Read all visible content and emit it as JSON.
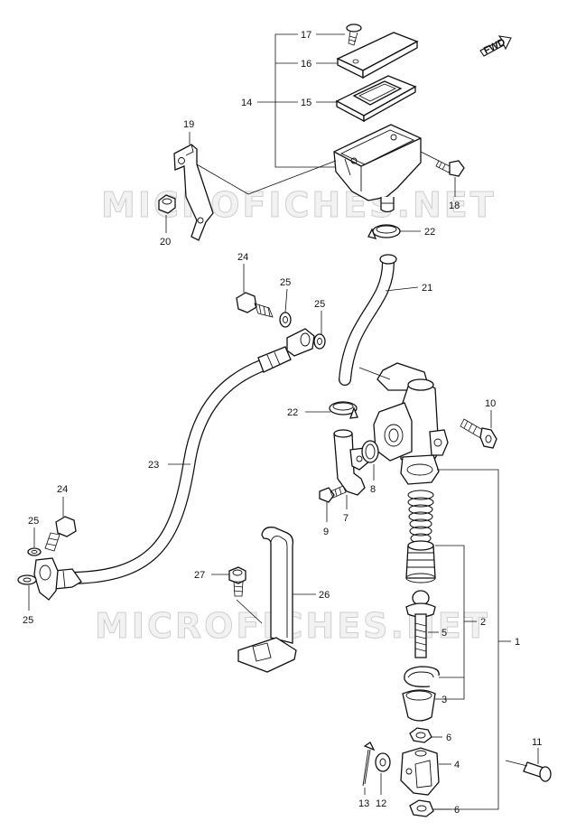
{
  "watermark": "MICROFICHES.NET",
  "fwd_label": "FWD",
  "callouts": [
    {
      "id": "c17",
      "label": "17"
    },
    {
      "id": "c16",
      "label": "16"
    },
    {
      "id": "c14",
      "label": "14"
    },
    {
      "id": "c15",
      "label": "15"
    },
    {
      "id": "c19",
      "label": "19"
    },
    {
      "id": "c18",
      "label": "18"
    },
    {
      "id": "c20",
      "label": "20"
    },
    {
      "id": "c22a",
      "label": "22"
    },
    {
      "id": "c24a",
      "label": "24"
    },
    {
      "id": "c25a",
      "label": "25"
    },
    {
      "id": "c25b",
      "label": "25"
    },
    {
      "id": "c21",
      "label": "21"
    },
    {
      "id": "c22b",
      "label": "22"
    },
    {
      "id": "c10",
      "label": "10"
    },
    {
      "id": "c23",
      "label": "23"
    },
    {
      "id": "c8",
      "label": "8"
    },
    {
      "id": "c9",
      "label": "9"
    },
    {
      "id": "c7",
      "label": "7"
    },
    {
      "id": "c24b",
      "label": "24"
    },
    {
      "id": "c25c",
      "label": "25"
    },
    {
      "id": "c25d",
      "label": "25"
    },
    {
      "id": "c27",
      "label": "27"
    },
    {
      "id": "c26",
      "label": "26"
    },
    {
      "id": "c2",
      "label": "2"
    },
    {
      "id": "c5",
      "label": "5"
    },
    {
      "id": "c1",
      "label": "1"
    },
    {
      "id": "c3",
      "label": "3"
    },
    {
      "id": "c6a",
      "label": "6"
    },
    {
      "id": "c11",
      "label": "11"
    },
    {
      "id": "c4",
      "label": "4"
    },
    {
      "id": "c13",
      "label": "13"
    },
    {
      "id": "c12",
      "label": "12"
    },
    {
      "id": "c6b",
      "label": "6"
    }
  ]
}
